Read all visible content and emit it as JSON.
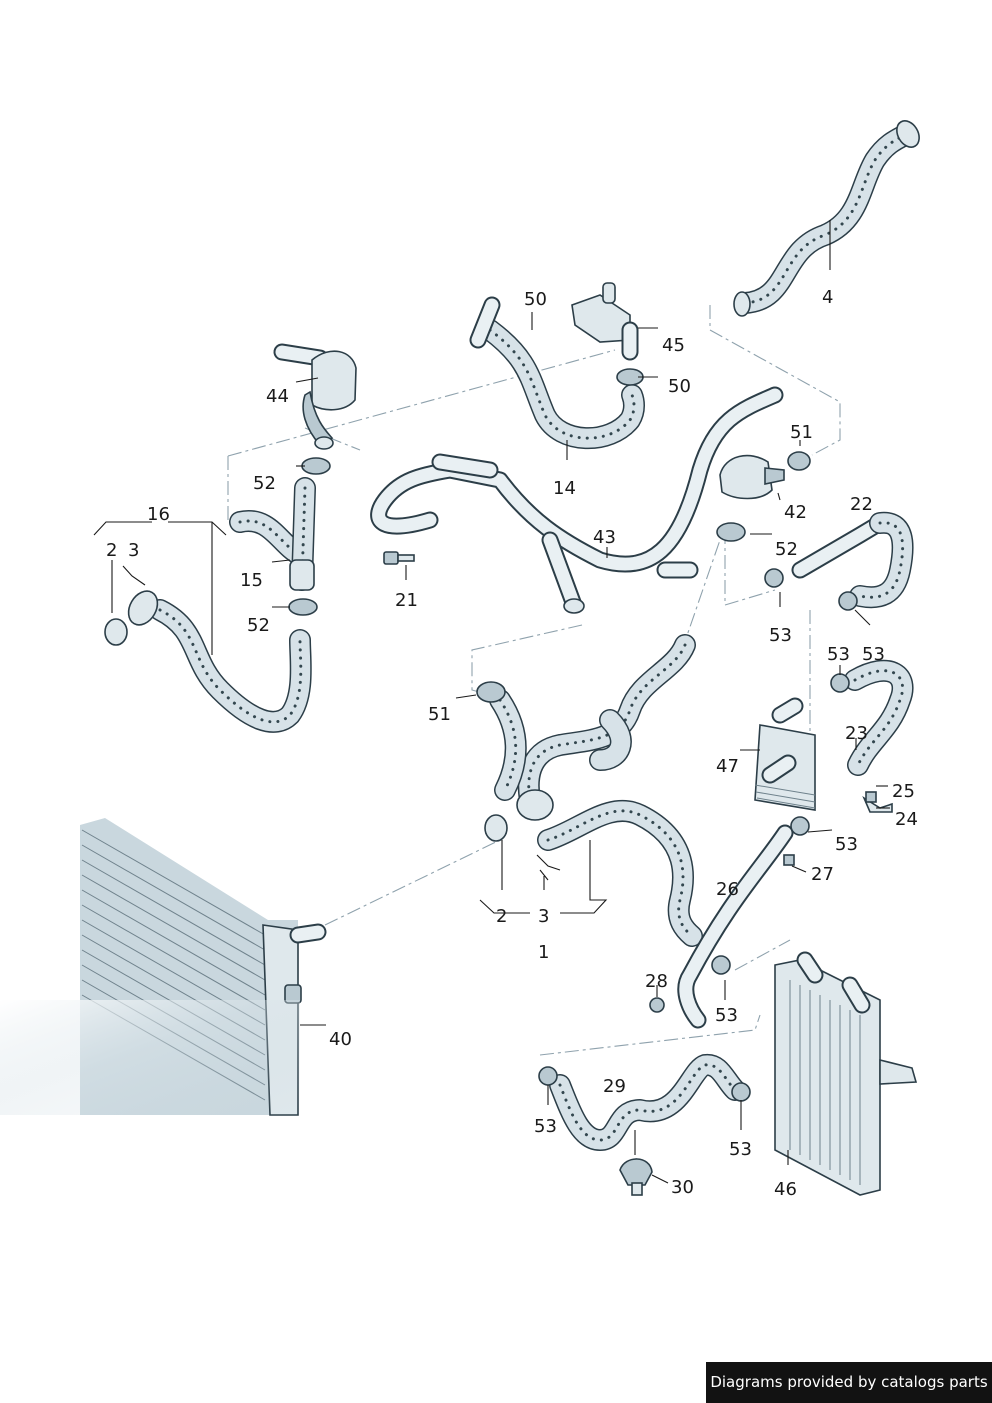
{
  "diagram": {
    "callouts": {
      "c1": "1",
      "c2a": "2",
      "c3a": "3",
      "c2b": "2",
      "c3b": "3",
      "c4": "4",
      "c14": "14",
      "c15": "15",
      "c16": "16",
      "c21": "21",
      "c22": "22",
      "c23": "23",
      "c24": "24",
      "c25": "25",
      "c26": "26",
      "c27": "27",
      "c28": "28",
      "c29": "29",
      "c30": "30",
      "c40": "40",
      "c42": "42",
      "c43": "43",
      "c44": "44",
      "c45": "45",
      "c46": "46",
      "c47": "47",
      "c50a": "50",
      "c50b": "50",
      "c51a": "51",
      "c51b": "51",
      "c52a": "52",
      "c52b": "52",
      "c52c": "52",
      "c53a": "53",
      "c53b": "53",
      "c53c": "53",
      "c53d": "53",
      "c53e": "53",
      "c53f": "53",
      "c53g": "53"
    }
  },
  "footer": {
    "credit": "Diagrams provided by catalogs parts"
  },
  "colors": {
    "line": "#2c3e48",
    "hose": "#d7e2e8",
    "dash": "#8fa2ad",
    "badge": "#121212"
  }
}
